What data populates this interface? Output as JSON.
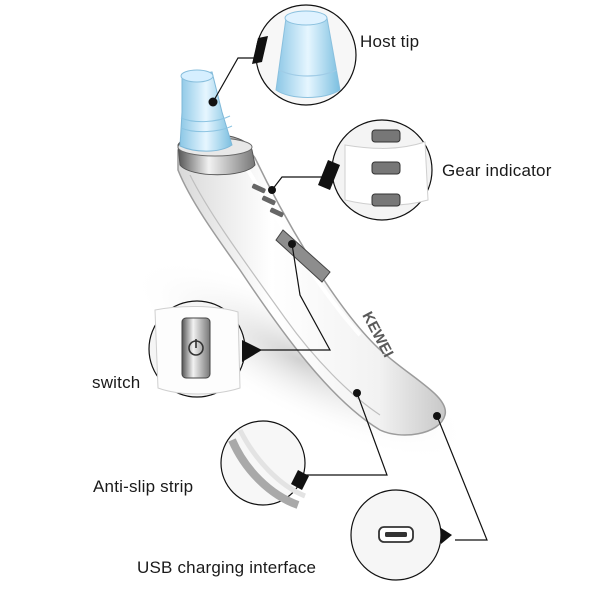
{
  "product": {
    "brand": "KEWEI"
  },
  "callouts": [
    {
      "key": "host_tip",
      "label": "Host tip"
    },
    {
      "key": "gear_indicator",
      "label": "Gear indicator"
    },
    {
      "key": "switch",
      "label": "switch"
    },
    {
      "key": "anti_slip",
      "label": "Anti-slip strip"
    },
    {
      "key": "usb",
      "label": "USB charging interface"
    }
  ],
  "colors": {
    "body": "#f4f4f4",
    "chrome": "#9a9a9a",
    "tip": "#a9d8f0",
    "line": "#111111",
    "brand": "#5a5a5a"
  }
}
